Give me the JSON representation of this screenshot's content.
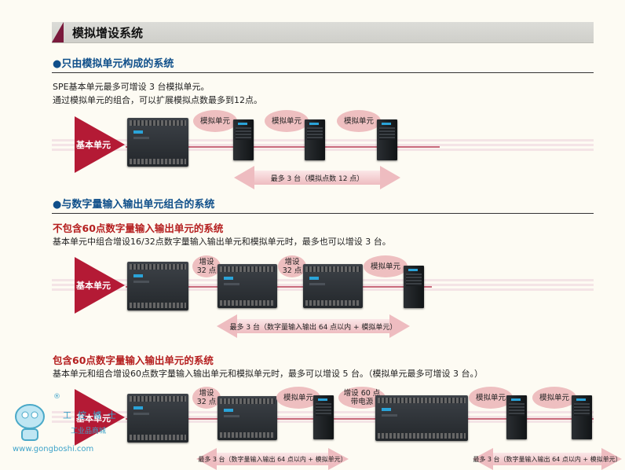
{
  "page_title": "模拟增设系统",
  "section1": {
    "heading": "●只由模拟单元构成的系统",
    "line1": "SPE基本单元最多可增设 3 台模拟单元。",
    "line2": "通过模拟单元的组合，可以扩展模拟点数最多到12点。",
    "base_label": "基本单元",
    "units": [
      "模拟单元",
      "模拟单元",
      "模拟单元"
    ],
    "range_label": "最多 3 台（模拟点数 12 点）"
  },
  "section2": {
    "heading": "●与数字量输入输出单元组合的系统",
    "sub1": {
      "title": "不包含60点数字量输入输出单元的系统",
      "desc": "基本单元中组合增设16/32点数字量输入输出单元和模拟单元时，最多也可以增设 3 台。",
      "base_label": "基本单元",
      "labels": [
        "增设\n32 点",
        "增设\n32 点",
        "模拟单元"
      ],
      "range_label": "最多 3 台（数字量输入输出 64 点以内 + 模拟单元）"
    },
    "sub2": {
      "title": "包含60点数字量输入输出单元的系统",
      "desc": "基本单元和组合增设60点数字量输入输出单元和模拟单元时，最多可以增设 5 台。（模拟单元最多可增设 3 台。）",
      "base_label": "基本单元",
      "labels": [
        "增设\n32 点",
        "模拟单元",
        "增设 60 点\n带电源",
        "模拟单元",
        "模拟单元"
      ],
      "range_left": "最多 3 台（数字量输入输出 64 点以内 + 模拟单元）",
      "range_right": "最多 3 台（数字量输入输出 64 点以内 + 模拟单元）"
    }
  },
  "watermark": {
    "registered": "®",
    "cn": "工控博士",
    "cn_sub": "工业品商城",
    "url": "www.gongboshi.com"
  },
  "colors": {
    "accent": "#b41a35",
    "heading_blue": "#0f4f8a",
    "sub_red": "#b51f1f",
    "ellipse": "#eebfc0"
  }
}
